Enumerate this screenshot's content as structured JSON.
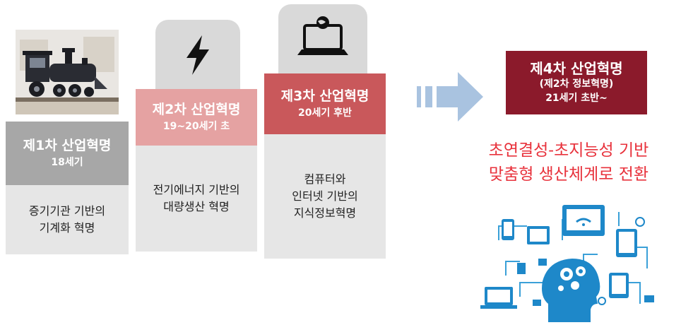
{
  "stages": [
    {
      "title": "제1차 산업혁명",
      "period": "18세기",
      "desc": [
        "증기기관 기반의",
        "기계화 혁명"
      ],
      "icon": "steam-locomotive-icon",
      "color": "#a7a7a7"
    },
    {
      "title": "제2차 산업혁명",
      "period": "19~20세기 초",
      "desc": [
        "전기에너지 기반의",
        "대량생산 혁명"
      ],
      "icon": "lightning-bolt-icon",
      "color": "#e5a2a2"
    },
    {
      "title": "제3차 산업혁명",
      "period": "20세기 후반",
      "desc": [
        "컴퓨터와",
        "인터넷 기반의",
        "지식정보혁명"
      ],
      "icon": "laptop-globe-icon",
      "color": "#c9585b"
    }
  ],
  "fourth": {
    "title": "제4차 산업혁명",
    "subtitle": "(제2차 정보혁명)",
    "period": "21세기 초반~",
    "desc": [
      "초연결성-초지능성 기반",
      "맞춤형 생산체계로 전환"
    ],
    "color": "#8b1a2b",
    "desc_color": "#e8323c",
    "icon": "connected-head-network-icon"
  },
  "arrow_icon": "right-arrow-icon"
}
